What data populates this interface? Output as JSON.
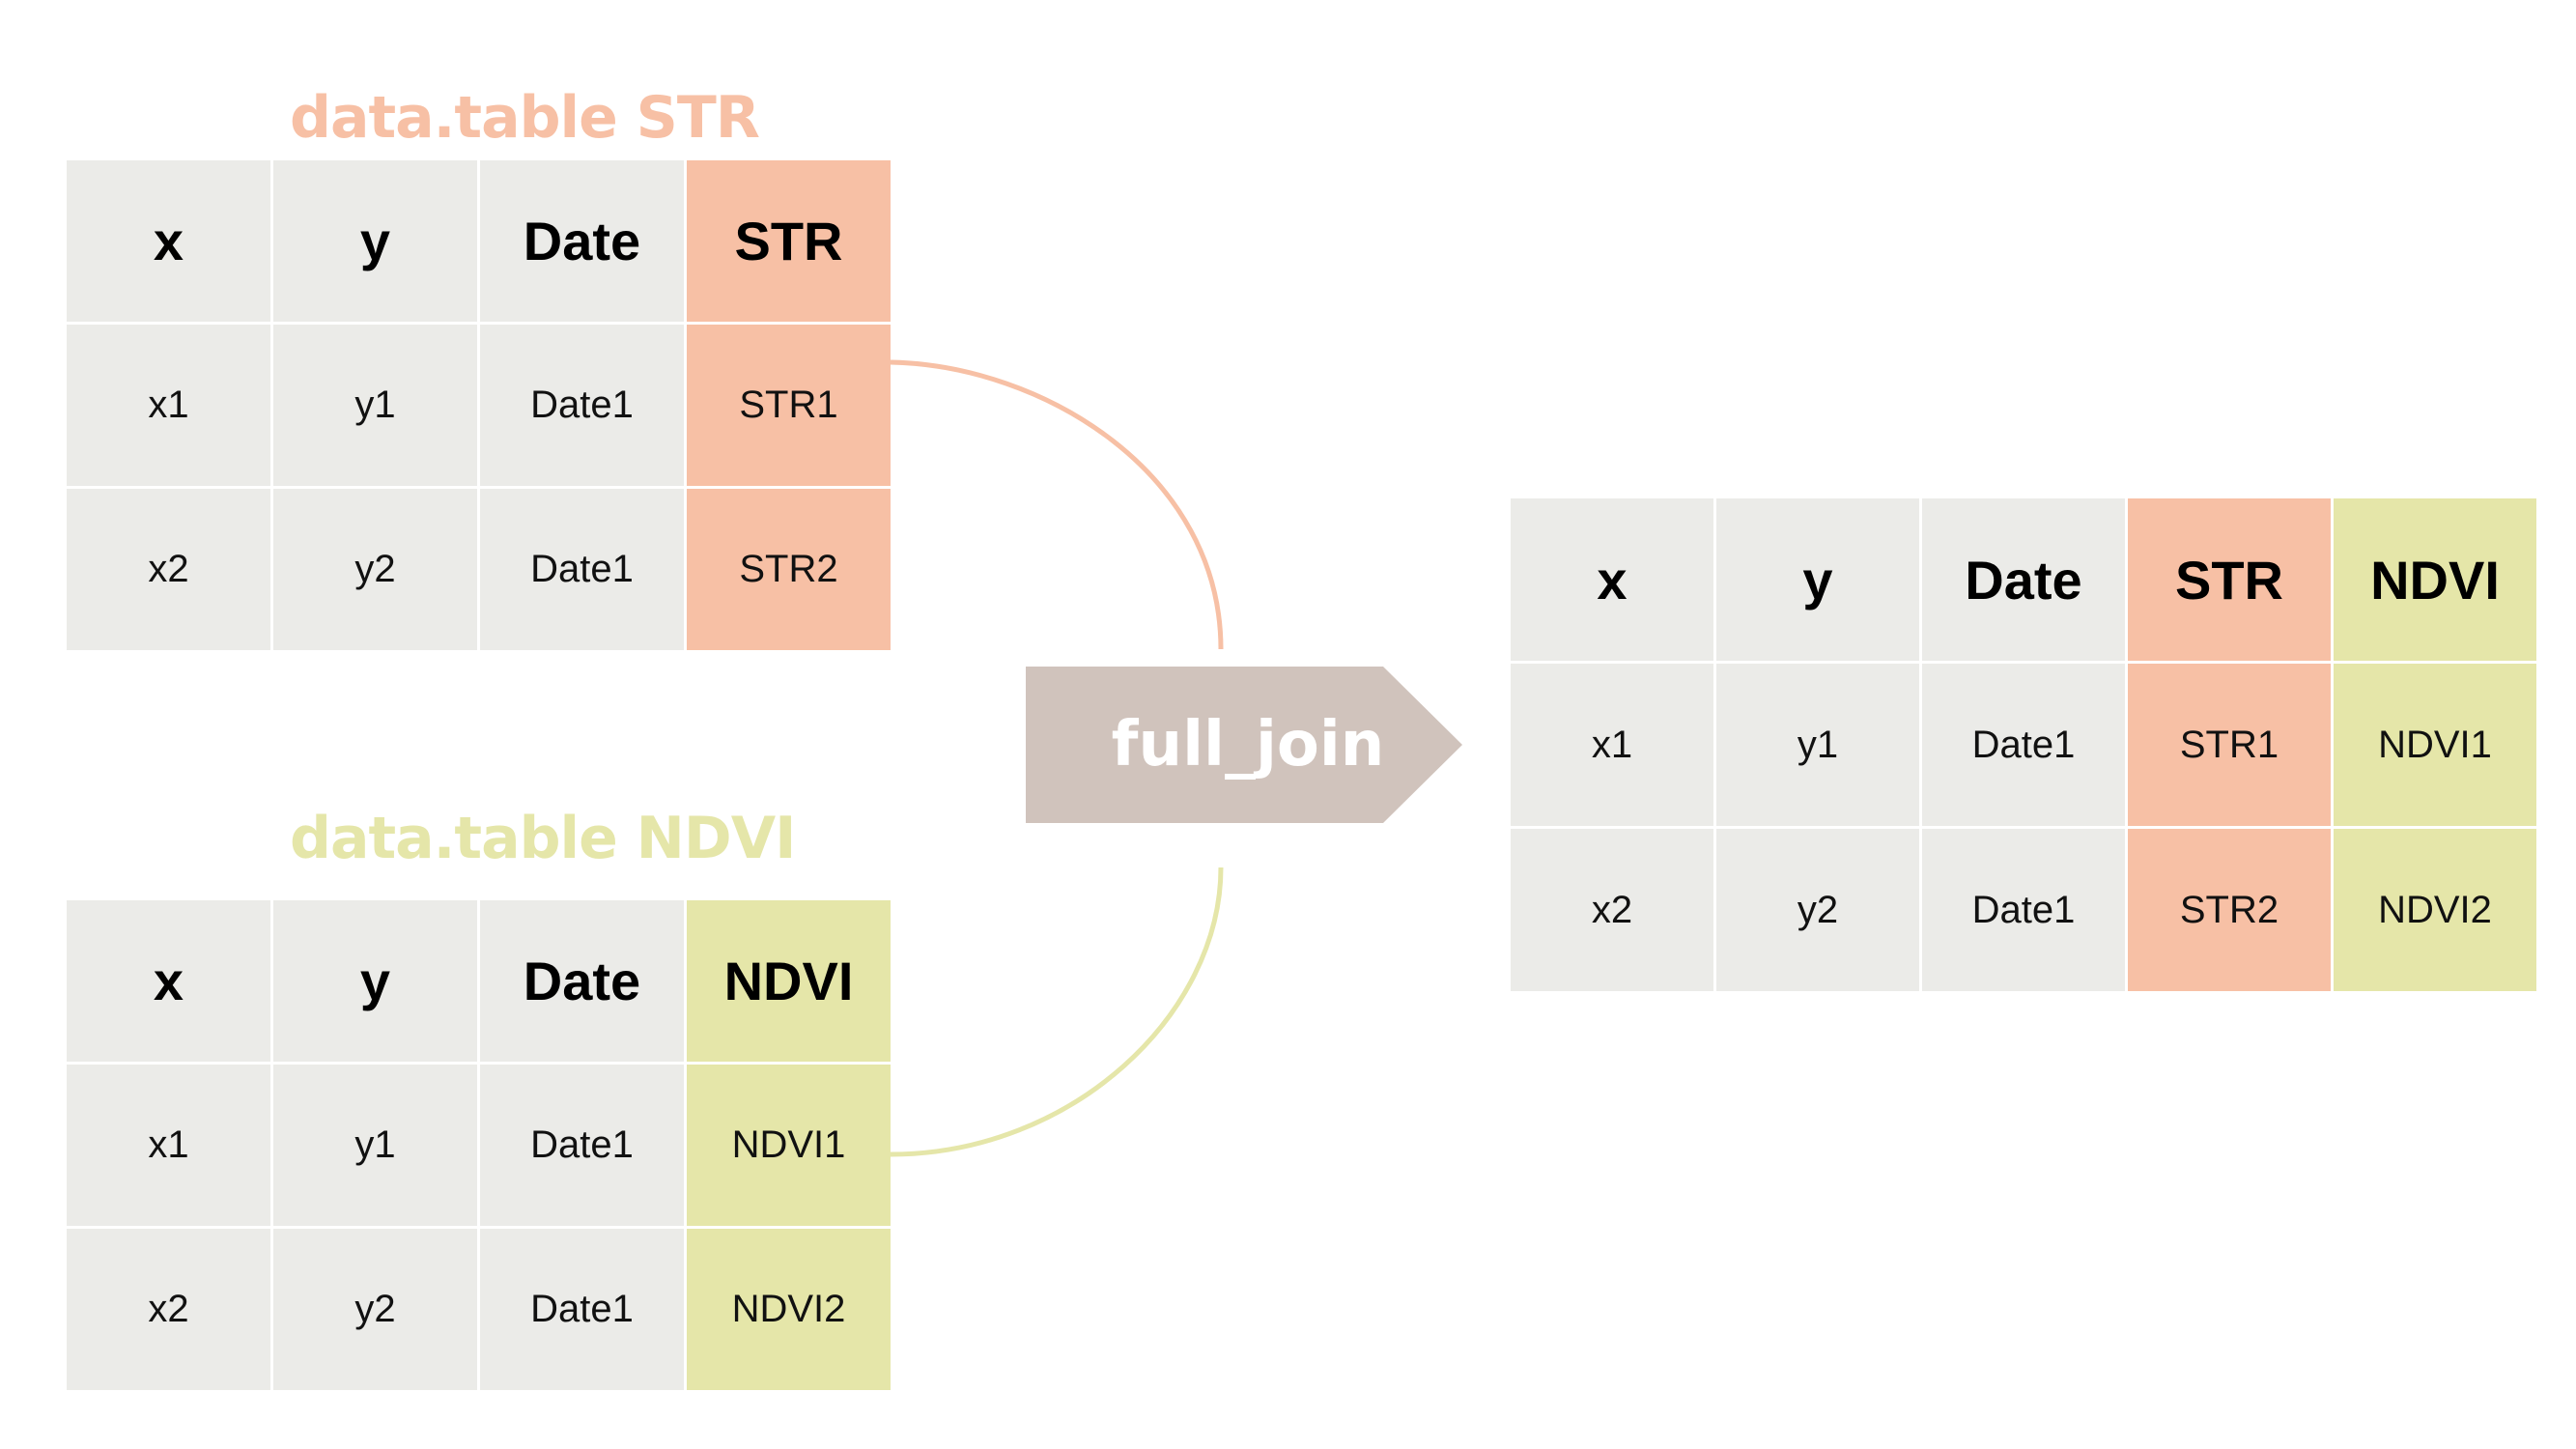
{
  "table_str": {
    "title": "data.table STR",
    "columns": [
      "x",
      "y",
      "Date",
      "STR"
    ],
    "rows": [
      [
        "x1",
        "y1",
        "Date1",
        "STR1"
      ],
      [
        "x2",
        "y2",
        "Date1",
        "STR2"
      ]
    ]
  },
  "table_ndvi": {
    "title": "data.table NDVI",
    "columns": [
      "x",
      "y",
      "Date",
      "NDVI"
    ],
    "rows": [
      [
        "x1",
        "y1",
        "Date1",
        "NDVI1"
      ],
      [
        "x2",
        "y2",
        "Date1",
        "NDVI2"
      ]
    ]
  },
  "operation": {
    "label": "full_join",
    "color": "#d0c3bc"
  },
  "result": {
    "columns": [
      "x",
      "y",
      "Date",
      "STR",
      "NDVI"
    ],
    "rows": [
      [
        "x1",
        "y1",
        "Date1",
        "STR1",
        "NDVI1"
      ],
      [
        "x2",
        "y2",
        "Date1",
        "STR2",
        "NDVI2"
      ]
    ]
  },
  "colors": {
    "str": "#f7c0a5",
    "ndvi": "#e5e6a9",
    "cell": "#ebebe8"
  }
}
